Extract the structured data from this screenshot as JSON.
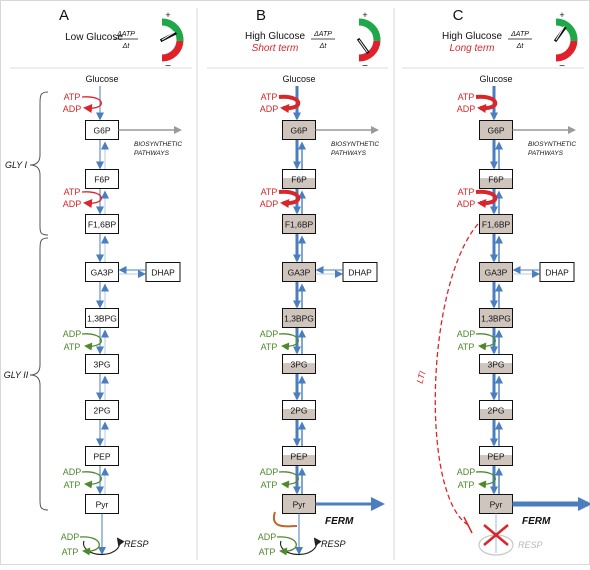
{
  "panels": [
    {
      "letter": "A",
      "condition": "Low Glucose",
      "subtitle": "",
      "metabolites": [
        "G6P",
        "F6P",
        "F1,6BP",
        "GA3P",
        "1,3BPG",
        "3PG",
        "2PG",
        "PEP",
        "Pyr"
      ],
      "atp_ratio_level": 0.65,
      "resp_active": true
    },
    {
      "letter": "B",
      "condition": "High Glucose",
      "subtitle": "Short term",
      "metabolites": [
        "G6P",
        "F6P",
        "F1,6BP",
        "GA3P",
        "1,3BPG",
        "3PG",
        "2PG",
        "PEP",
        "Pyr"
      ],
      "atp_ratio_level": 0.2,
      "resp_active": true
    },
    {
      "letter": "C",
      "condition": "High Glucose",
      "subtitle": "Long term",
      "metabolites": [
        "G6P",
        "F6P",
        "F1,6BP",
        "GA3P",
        "1,3BPG",
        "3PG",
        "2PG",
        "PEP",
        "Pyr"
      ],
      "atp_ratio_level": 0.8,
      "resp_active": false
    }
  ],
  "labels": {
    "glucose": "Glucose",
    "dhap": "DHAP",
    "biosynthetic_1": "BIOSYNTHETIC",
    "biosynthetic_2": "PATHWAYS",
    "atp": "ATP",
    "adp": "ADP",
    "resp": "RESP",
    "ferm": "FERM",
    "lti": "LTI",
    "gly1": "GLY I",
    "gly2": "GLY II",
    "gauge_numerator": "ΔATP",
    "gauge_denominator": "Δt",
    "plus": "+",
    "minus": "−"
  },
  "colors": {
    "flux": "#4a7ebf",
    "flux_light": "#9dbbe0",
    "atp_consume": "#d9262a",
    "atp_produce": "#4e8a2c",
    "feedback": "#c0662a",
    "box_active": "#cfc5bd",
    "gauge_green": "#1fa84a",
    "gauge_red": "#e0202a",
    "grey": "#9a9a9a"
  }
}
